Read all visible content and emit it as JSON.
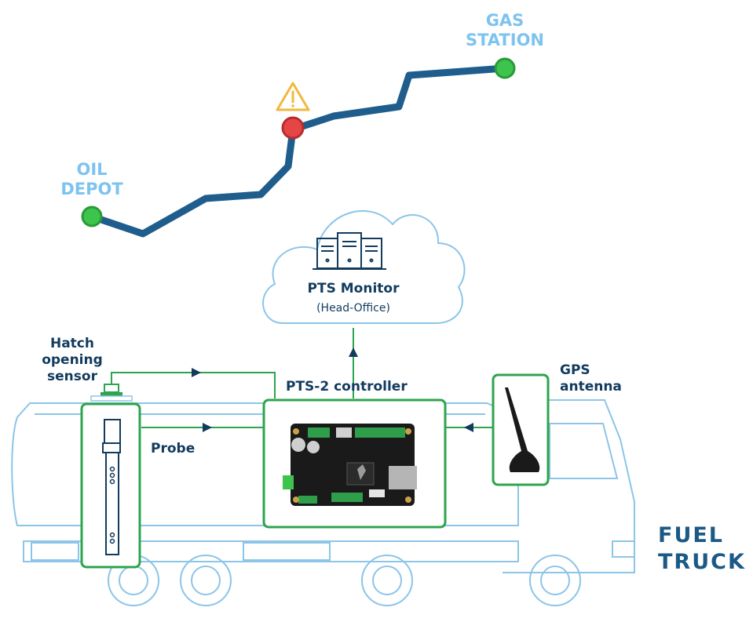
{
  "route": {
    "start_label_line1": "OIL",
    "start_label_line2": "DEPOT",
    "end_label_line1": "GAS",
    "end_label_line2": "STATION",
    "alert_icon": "warning-triangle-icon",
    "colors": {
      "route": "#1f5d8c",
      "ok": "#3cc44c",
      "alert": "#e64545",
      "warning": "#f0b93c"
    }
  },
  "cloud": {
    "title": "PTS Monitor",
    "subtitle": "(Head-Office)",
    "icon": "server-icon",
    "color": "#8cc5e8"
  },
  "truck": {
    "label_line1": "FUEL",
    "label_line2": "TRUCK",
    "outline_color": "#8cc5e8"
  },
  "components": {
    "hatch_line1": "Hatch",
    "hatch_line2": "opening",
    "hatch_line3": "sensor",
    "probe": "Probe",
    "controller": "PTS-2 controller",
    "gps_line1": "GPS",
    "gps_line2": "antenna",
    "frame_color": "#2da44e"
  }
}
